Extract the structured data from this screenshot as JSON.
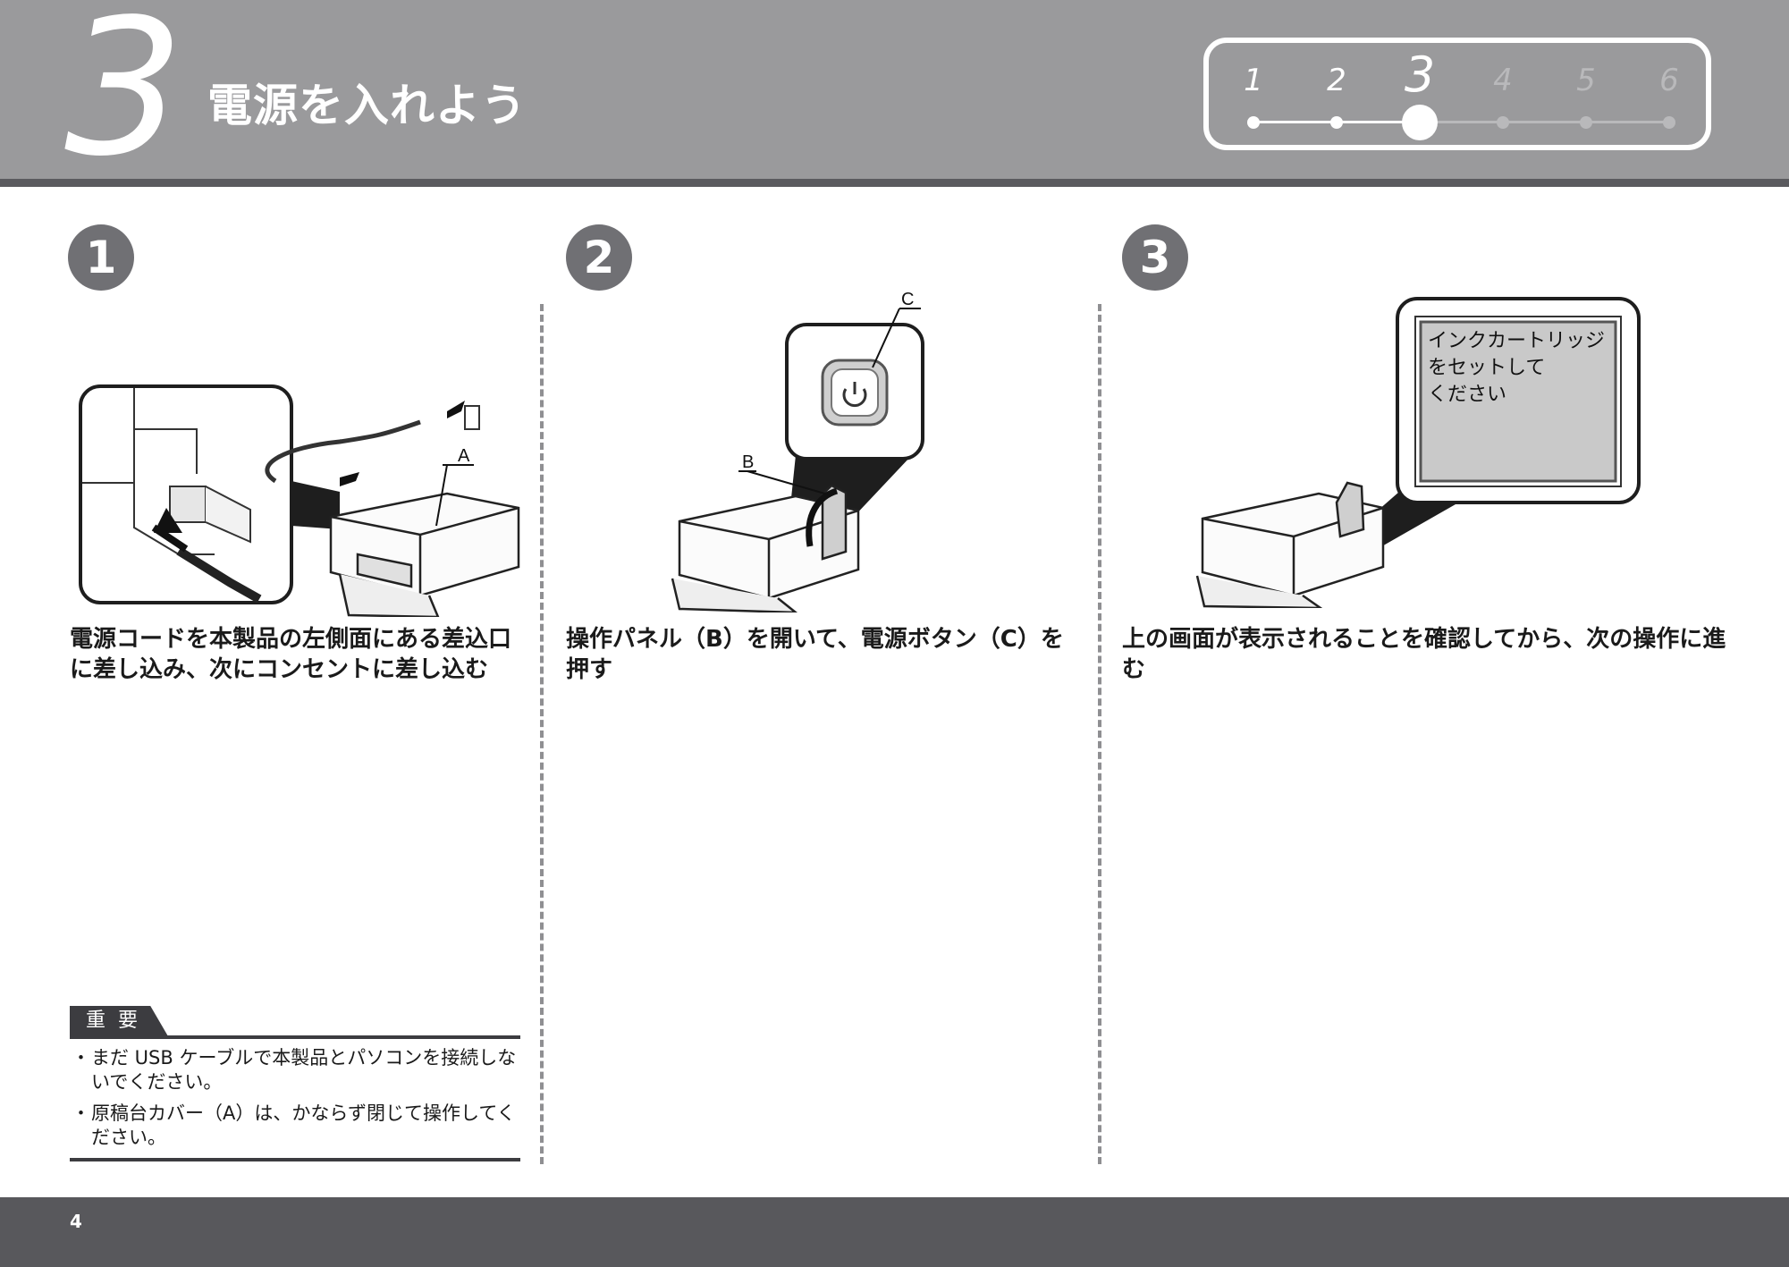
{
  "header": {
    "section_number": "3",
    "title": "電源を入れよう",
    "progress": {
      "steps": [
        "1",
        "2",
        "3",
        "4",
        "5",
        "6"
      ],
      "current": "3"
    }
  },
  "columns": [
    {
      "badge": "1",
      "callouts": [
        "A"
      ],
      "text": "電源コードを本製品の左側面にある差込口に差し込み、次にコンセントに差し込む"
    },
    {
      "badge": "2",
      "callouts": [
        "B",
        "C"
      ],
      "text": "操作パネル（B）を開いて、電源ボタン（C）を押す"
    },
    {
      "badge": "3",
      "screen_lines": [
        "インクカートリッジ",
        "をセットして",
        "ください"
      ],
      "text": "上の画面が表示されることを確認してから、次の操作に進む"
    }
  ],
  "important": {
    "label": "重要",
    "items": [
      "まだ USB ケーブルで本製品とパソコンを接続しないでください。",
      "原稿台カバー（A）は、かならず閉じて操作してください。"
    ],
    "bullet": "・"
  },
  "footer": {
    "page_number": "4"
  },
  "colors": {
    "header_bg": "#9a9a9c",
    "footer_bg": "#58585c",
    "badge_bg": "#707074"
  }
}
